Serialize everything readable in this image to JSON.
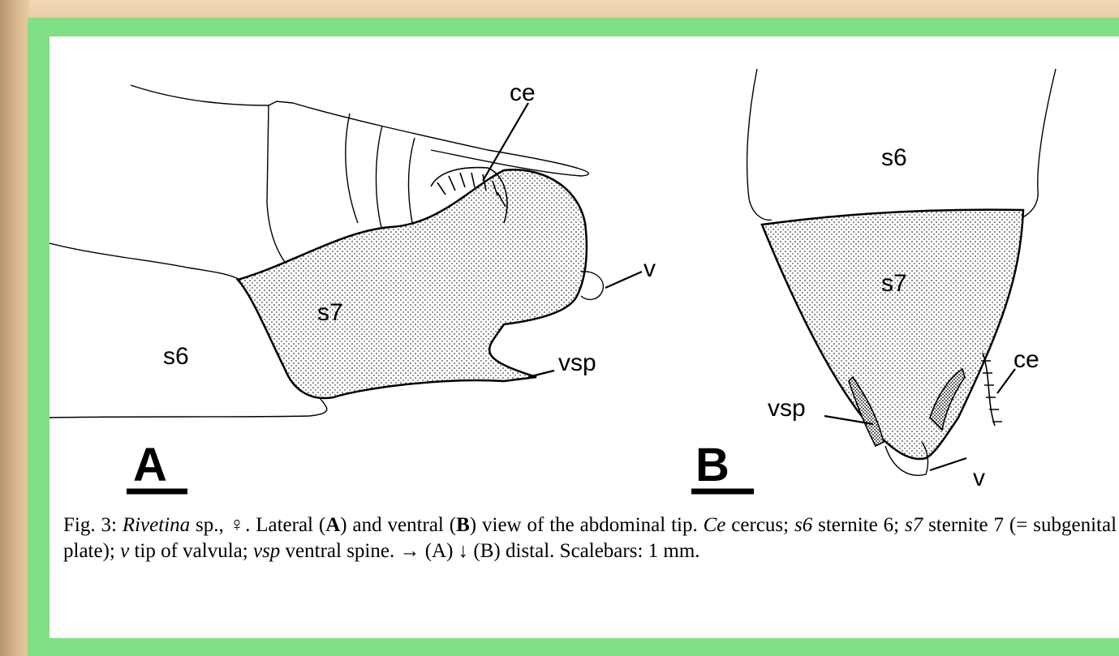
{
  "figure": {
    "panel_a": {
      "letter": "A",
      "labels": {
        "ce": "ce",
        "v": "v",
        "s7": "s7",
        "s6": "s6",
        "vsp": "vsp"
      }
    },
    "panel_b": {
      "letter": "B",
      "labels": {
        "s6": "s6",
        "s7": "s7",
        "ce": "ce",
        "vsp": "vsp",
        "v": "v"
      }
    }
  },
  "caption": {
    "fig_no": "Fig. 3: ",
    "genus": "Rivetina",
    "sp": " sp., ♀. Lateral (",
    "a": "A",
    "mid1": ") and ventral (",
    "b": "B",
    "mid2": ") view of the abdominal tip. ",
    "ce_abbr": "Ce",
    "ce_def": " cer­cus; ",
    "s6_abbr": "s6",
    "s6_def": " sternite 6; ",
    "s7_abbr": "s7",
    "s7_def": " sternite 7 (= subgenital plate); ",
    "v_abbr": "v",
    "v_def": " tip of valvula; ",
    "vsp_abbr": "vsp",
    "vsp_def": " ventral spine. → (A) ↓ (B) distal. Scalebars: 1 mm."
  },
  "colors": {
    "frame": "#80e184",
    "panel": "#ffffff"
  }
}
